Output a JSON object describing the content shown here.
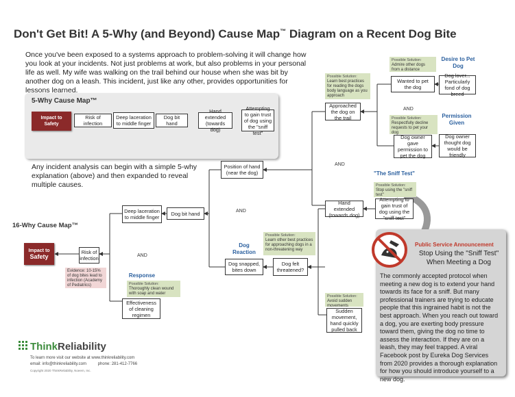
{
  "title": {
    "main": "Don't Get Bit! A 5-Why (and Beyond) Cause Map",
    "tm": "™",
    "rest": " Diagram on a Recent Dog Bite"
  },
  "intro": {
    "p1": "Once you've been exposed to a systems approach to problem-solving it will change how you look at your incidents. Not just problems at work, but also problems in your personal life as well. My wife was walking on the trail behind our house when she was bit by another dog on a leash. This incident, just like any other, provides opportunities for lessons learned.",
    "p2": "Any incident analysis can begin with a simple 5-why explanation (above) and then expanded to reveal multiple causes."
  },
  "five_why": {
    "title": "5-Why Cause Map™",
    "impact_line1": "Impact to",
    "impact_line2": "Safety",
    "boxes": [
      "Risk of infection",
      "Deep laceration to middle finger",
      "Dog bit hand",
      "Hand extended (towards dog)",
      "Attempting to gain trust of dog using the \"sniff test\""
    ]
  },
  "sixteen_why": {
    "title": "16-Why Cause Map™",
    "impact_line1": "Impact to",
    "impact_line2": "Safety",
    "risk": "Risk of infection",
    "evidence": "Evidence: 10-15% of dog bites lead to infection (Academy of Pediatrics)",
    "laceration": "Deep laceration to middle finger",
    "dog_bit": "Dog bit hand",
    "position": "Position of hand (near the dog)",
    "approached": "Approached the dog on the trail",
    "wanted": "Wanted to pet the dog",
    "dog_lover": "Dog lover... Particularly fond of dog breed",
    "owner_gave": "Dog owner gave permission to pet the dog",
    "owner_thought": "Dog owner thought dog would be friendly",
    "hand_ext": "Hand extended (towards dog)",
    "gain_trust": "Attempting to gain trust of dog using the \"sniff test\"",
    "snapped": "Dog snapped, bites down",
    "threatened": "Dog felt threatened?",
    "sudden": "Sudden movement, hand quickly pulled back",
    "effectiveness": "Effectiveness of cleaning regimen",
    "hdr_desire": "Desire to Pet Dog",
    "hdr_permission": "Permission Given",
    "hdr_sniff": "\"The Sniff Test\"",
    "hdr_reaction": "Dog Reaction",
    "hdr_response": "Response",
    "and_label": "AND"
  },
  "solutions": {
    "label": "Possible Solution:",
    "body_language": "Learn best practices for reading the dogs body language as you approach",
    "admire": "Admire other dogs from a distance",
    "decline": "Respectfully decline requests to pet your dog",
    "stop_sniff": "Stop using the \"sniff test\"",
    "approach": "Learn other best practices for approaching dogs in a non-threatening way",
    "avoid_sudden": "Avoid sudden movements",
    "clean": "Thoroughly clean wound with soap and water"
  },
  "psa": {
    "title": "Public Service Announcement",
    "sub": "Stop Using the \"Sniff Test\" When Meeting a Dog",
    "body": "The commonly accepted protocol when meeting a new dog is to extend your hand towards its face for a sniff. But many professional trainers are trying to educate people that this ingrained habit is not the best approach. When you reach out toward a dog, you are exerting body pressure toward them, giving the dog no time to assess the interaction. If they are on a leash, they may feel trapped. A viral Facebook post by Eureka Dog Services from 2020 provides a thorough explanation for how you should introduce yourself to a new dog."
  },
  "logo": {
    "think": "Think",
    "reliability": "Reliability"
  },
  "footer": {
    "line1": "To learn more visit our website at www.thinkreliability.com",
    "line2": "email: info@thinkreliability.com          phone: 281-412-7766",
    "line3": "Copyright 2020 ThinkReliability, Noeern, Inc."
  },
  "colors": {
    "impact": "#8b2a2a",
    "solution": "#d8e3c1",
    "header": "#2a5f9e",
    "psa_title": "#c0392b",
    "evidence": "#f1d6d6"
  }
}
